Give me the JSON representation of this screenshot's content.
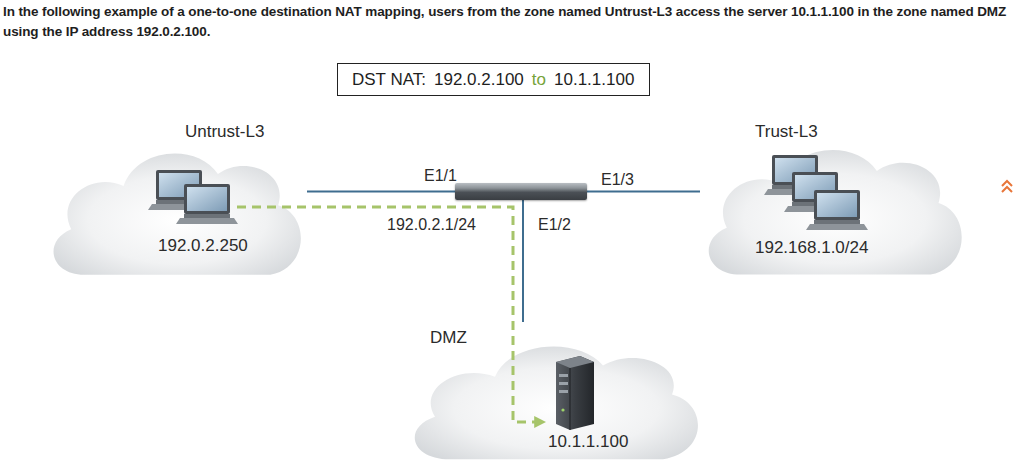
{
  "diagram": {
    "title": "In the following example of a one-to-one destination NAT mapping, users from the zone named Untrust-L3 access the server 10.1.1.100 in the zone named DMZ using the IP address 192.0.2.100.",
    "nodes": [
      {
        "text": [
          "DST NAT:",
          "192.0.2.100",
          "to",
          "10.1.1.100"
        ]
      },
      {
        "text": [
          "Untrust-L3",
          "192.0.2.250"
        ]
      },
      {
        "text": [
          "E1/1",
          "192.0.2.1/24",
          "E1/2",
          "E1/3"
        ]
      },
      {
        "text": [
          "Trust-L3",
          "192.168.1.0/24"
        ]
      },
      {
        "text": [
          "DMZ",
          "10.1.1.100"
        ]
      }
    ],
    "edges": [
      {
        "from": 1,
        "to": 2,
        "arrow": "none"
      },
      {
        "from": 2,
        "to": 3,
        "arrow": "none"
      },
      {
        "from": 2,
        "to": 4,
        "arrow": "none"
      },
      {
        "from": 1,
        "to": 4,
        "arrow": "to"
      }
    ]
  }
}
